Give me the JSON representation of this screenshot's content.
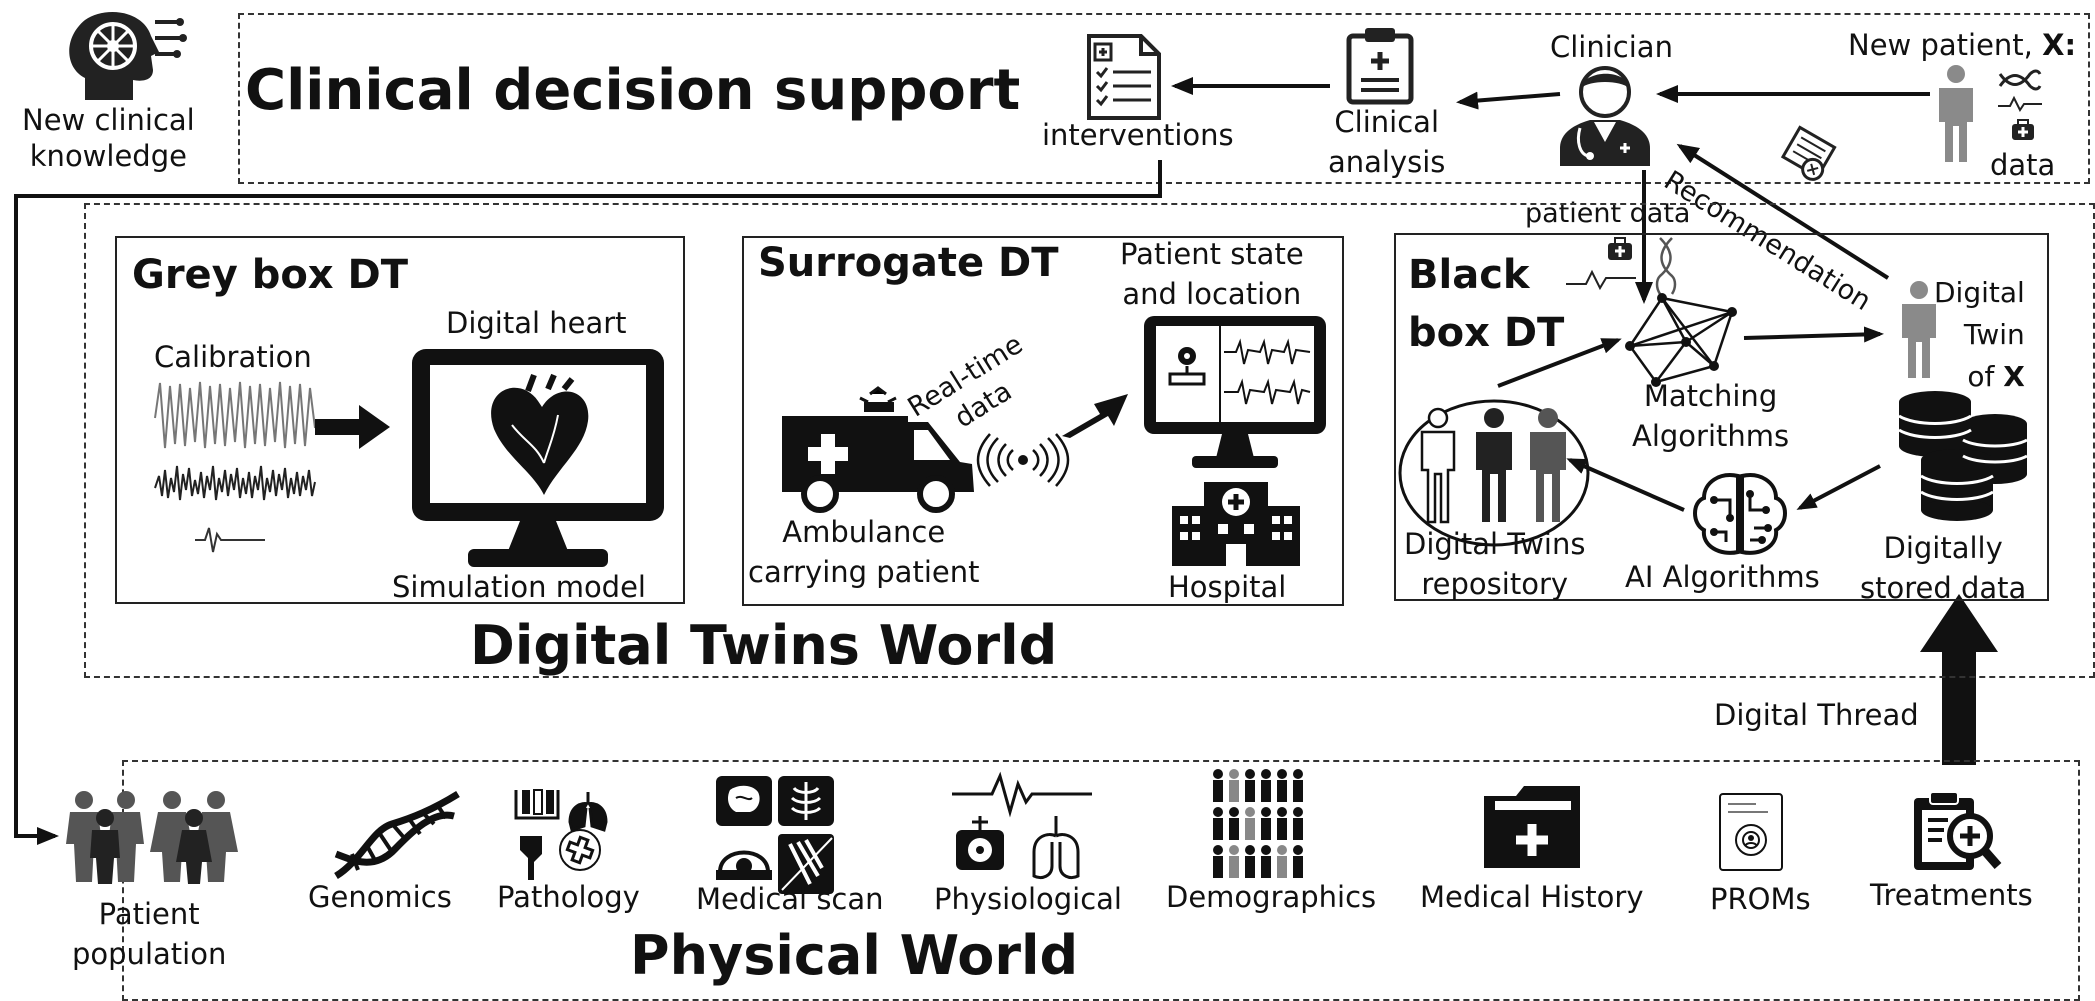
{
  "top": {
    "new_knowledge": "New clinical\nknowledge",
    "title": "Clinical decision support",
    "interventions": "interventions",
    "clinical_analysis": "Clinical\nanalysis",
    "clinician": "Clinician",
    "new_patient": "New patient, X:",
    "data": "data",
    "recommendation": "Recommendation",
    "patient_data": "patient data"
  },
  "dt_world": {
    "title": "Digital Twins World",
    "grey": {
      "title": "Grey box DT",
      "calibration": "Calibration",
      "digital_heart": "Digital heart",
      "simulation": "Simulation model"
    },
    "surrogate": {
      "title": "Surrogate DT",
      "patient_state": "Patient state\nand location",
      "realtime": "Real-time\ndata",
      "ambulance": "Ambulance\ncarrying patient",
      "hospital": "Hospital"
    },
    "black": {
      "title": "Black\nbox DT",
      "matching": "Matching\nAlgorithms",
      "digital_twin_x": "Digital\nTwin\nof X",
      "repository": "Digital Twins\nrepository",
      "ai": "AI Algorithms",
      "stored": "Digitally\nstored data"
    }
  },
  "thread": "Digital Thread",
  "physical": {
    "title": "Physical World",
    "population": "Patient\npopulation",
    "items": [
      "Genomics",
      "Pathology",
      "Medical scan",
      "Physiological",
      "Demographics",
      "Medical History",
      "PROMs",
      "Treatments"
    ]
  }
}
